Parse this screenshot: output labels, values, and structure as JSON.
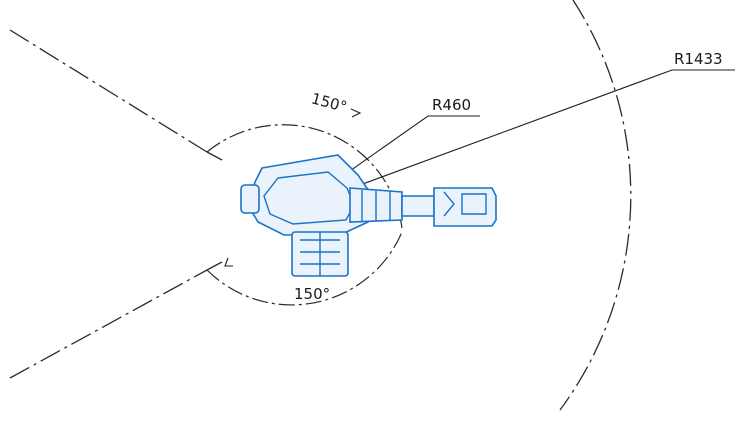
{
  "colors": {
    "robot": "#1a73c9",
    "lines": "#2a2a2a"
  },
  "dimensions": {
    "outer_radius_label": "R1433",
    "inner_radius_label": "R460",
    "angle_top_label": "150°",
    "angle_bottom_label": "150°"
  }
}
